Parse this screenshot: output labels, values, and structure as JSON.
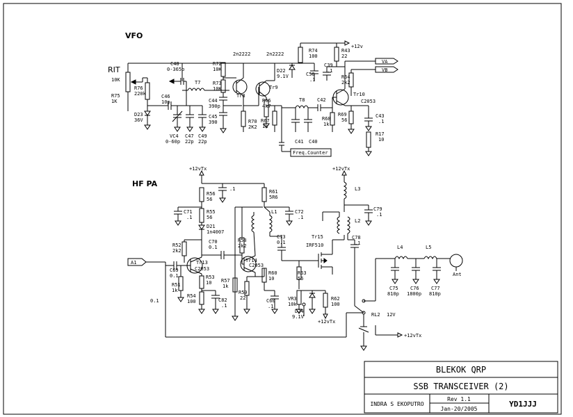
{
  "sections": {
    "vfo": "VFO",
    "hfpa": "HF PA",
    "rit": "RIT"
  },
  "title_block": {
    "line1": "BLEKOK QRP",
    "line2": "SSB TRANSCEIVER (2)",
    "author": "INDRA S EKOPUTRO",
    "rev": "Rev 1.1",
    "date": "Jan-20/2005",
    "callsign": "YD1JJJ"
  },
  "ports": {
    "va": "VA",
    "vb": "VB",
    "a1": "A1",
    "freq_counter": "Freq.Counter",
    "ant": "Ant"
  },
  "vfo_labels": {
    "tr8_type": "2n2222",
    "tr9_type": "2n2222",
    "r72": "R72",
    "r72v": "10K",
    "r73": "R73",
    "r73v": "10K",
    "tr8": "Tr8",
    "tr9": "Tr9",
    "c48": "C48",
    "c48v": "0-365p",
    "r76": "R76",
    "r76v": "220k",
    "rit_pot": "10K",
    "r75": "R75",
    "r75v": "1K",
    "d23": "D23",
    "d23v": "36V",
    "c46": "C46",
    "c46v": "10p",
    "t7": "T7",
    "vc4": "VC4",
    "vc4v": "0-60p",
    "c47": "C47",
    "c47v": "22p",
    "c49": "C49",
    "c49v": "22p",
    "c44": "C44",
    "c44v": "390p",
    "c45": "C45",
    "c45v": "390",
    "r70": "R70",
    "r70v": "2K2",
    "r66": "R66",
    "r66v": "4k7",
    "r67": "R67",
    "r67v": "1k",
    "r74": "R74",
    "r74v": "100",
    "r43": "R43",
    "r43v": "22",
    "plus12": "+12v",
    "d22": "D22",
    "d22v": "9.1V",
    "c50": "C50",
    "c50v": ".1",
    "c39": "C39",
    "c39v": ".1",
    "t8": "T8",
    "c42": "C42",
    "c41": "C41",
    "c40": "C40",
    "r64": "R64",
    "r64v": "2k2",
    "tr10": "Tr10",
    "c2053": "C2053",
    "r68": "R68",
    "r68v": "1k",
    "r69": "R69",
    "r69v": "56",
    "c43": "C43",
    "c43v": ".1",
    "r17": "R17",
    "r17v": "10"
  },
  "hfpa_labels": {
    "vtx1": "+12vTx",
    "vtx2": "+12vTx",
    "vtx3": "+12vTx",
    "vtx4": "+12vTx",
    "c_top": ".1",
    "r56": "R56",
    "r56v": "56",
    "r61": "R61",
    "r61v": "5R6",
    "c71": "C71",
    "c71v": ".1",
    "r55": "R55",
    "r55v": "56",
    "d21": "D21",
    "d21v": "1n4007",
    "l1": "L1",
    "c72": "C72",
    "c72v": ".1",
    "c70": "C70",
    "c70v": "0.1",
    "r52": "R52",
    "r52v": "2k2",
    "r58": "R58",
    "r58v": "2k2",
    "c73": "C73",
    "c73v": "0.1",
    "tr15": "Tr15",
    "irf510": "IRF510",
    "l3": "L3",
    "l2": "L2",
    "c79": "C79",
    "c79v": ".1",
    "c78": "C78",
    "c78v": ".1",
    "c69": "C69",
    "c69v": "0.1",
    "tr13": "Tr13",
    "tr13t": "C2053",
    "tr14": "Tr14",
    "tr14t": "C2053",
    "r53": "R53",
    "r53v": "10",
    "r51": "R51",
    "r51v": "1k",
    "r54": "R54",
    "r54v": "100",
    "c82": "C82",
    "c82v": ".1",
    "r57": "R57",
    "r57v": "1k",
    "r59": "R59",
    "r59v": "22",
    "r60": "R60",
    "r60v": "10",
    "c60": "C60",
    "c60v": ".1",
    "r63": "R63",
    "r63v": "56",
    "vr3": "VR3",
    "vr3v": "10k",
    "d24": "D24",
    "d24v": "9.1V",
    "r62": "R62",
    "r62v": "100",
    "cin": "0.1",
    "rl2": "RL2",
    "rl2v": "12V",
    "l4": "L4",
    "l5": "L5",
    "c75": "C75",
    "c75v": "810p",
    "c76": "C76",
    "c76v": "1800p",
    "c77": "C77",
    "c77v": "810p"
  }
}
